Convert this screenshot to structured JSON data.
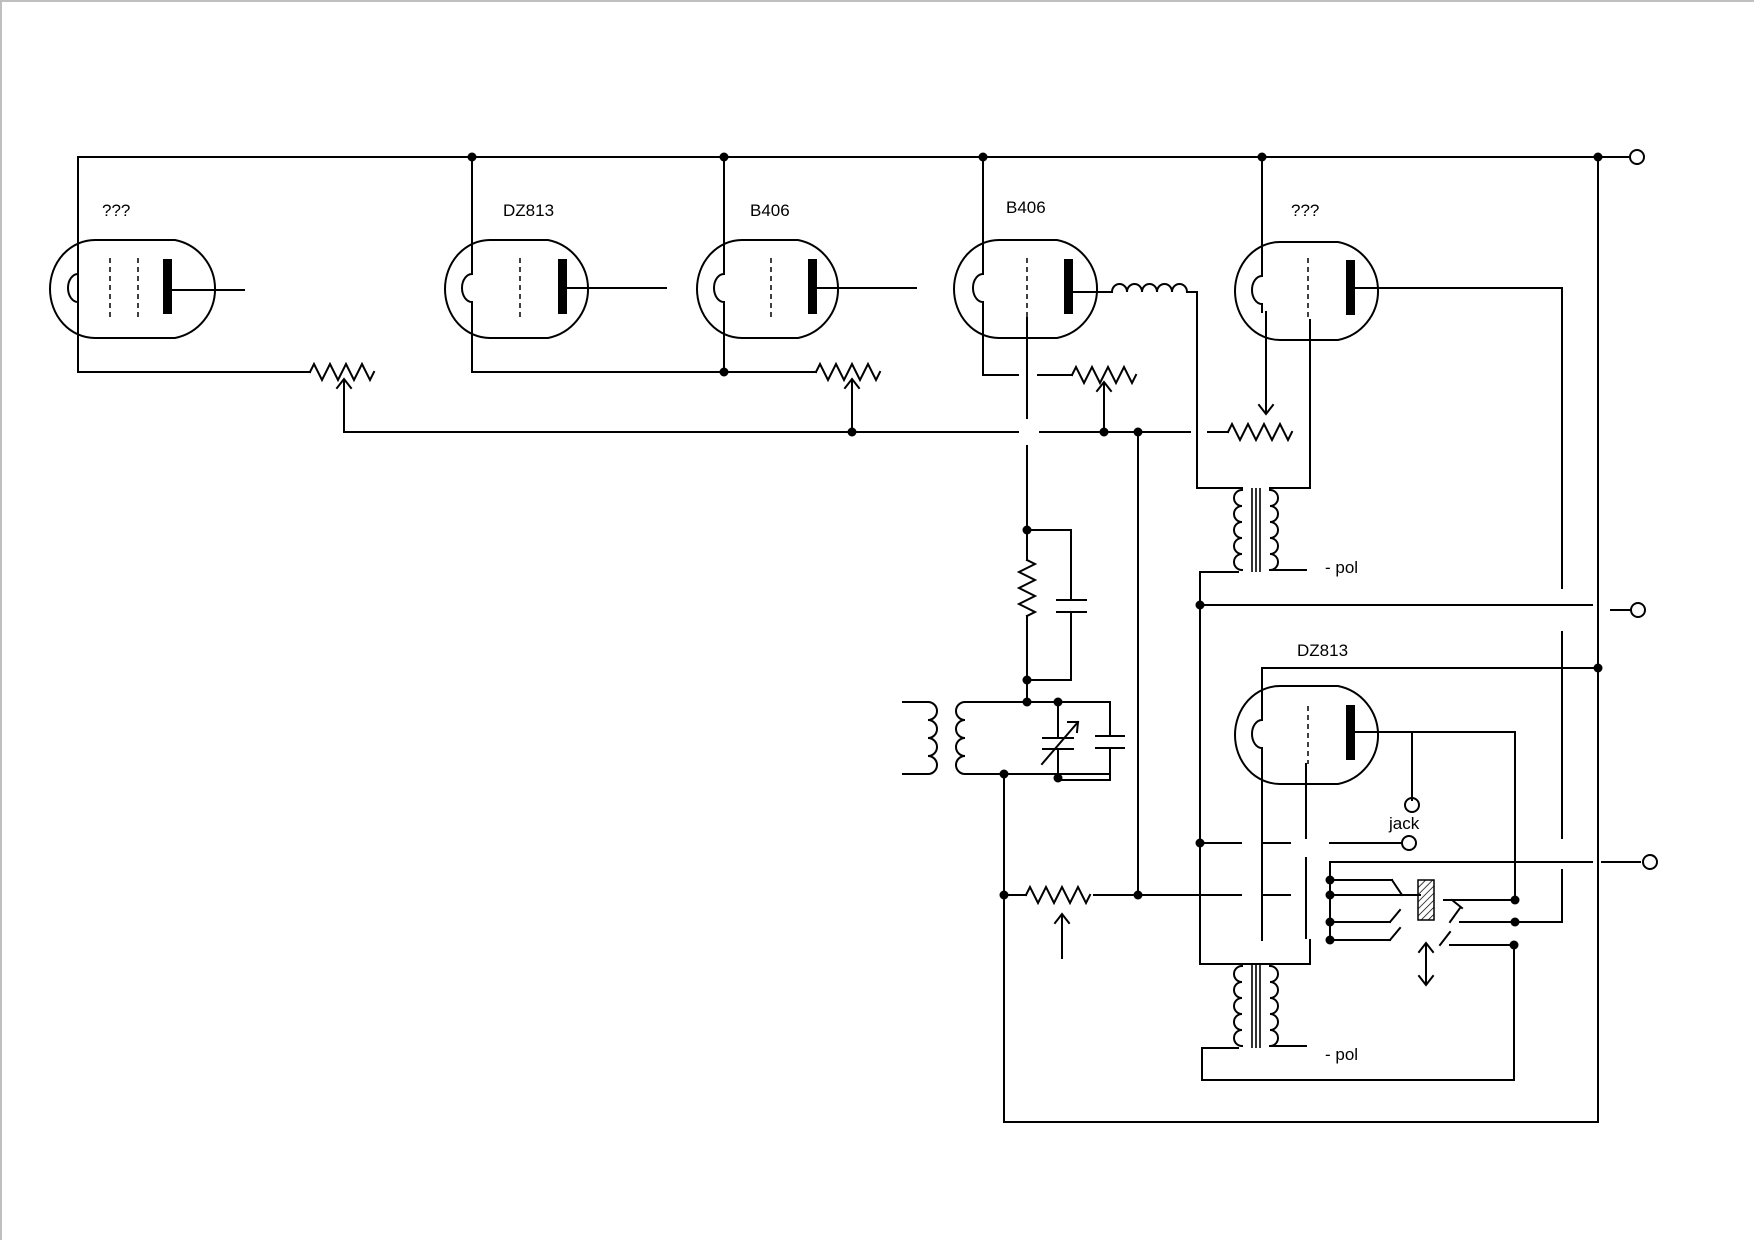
{
  "labels": {
    "tube1": "???",
    "tube2": "DZ813",
    "tube3": "B406",
    "tube4": "B406",
    "tube5": "???",
    "tube6": "DZ813",
    "pol_upper": "- pol",
    "pol_lower": "- pol",
    "jack": "jack"
  }
}
